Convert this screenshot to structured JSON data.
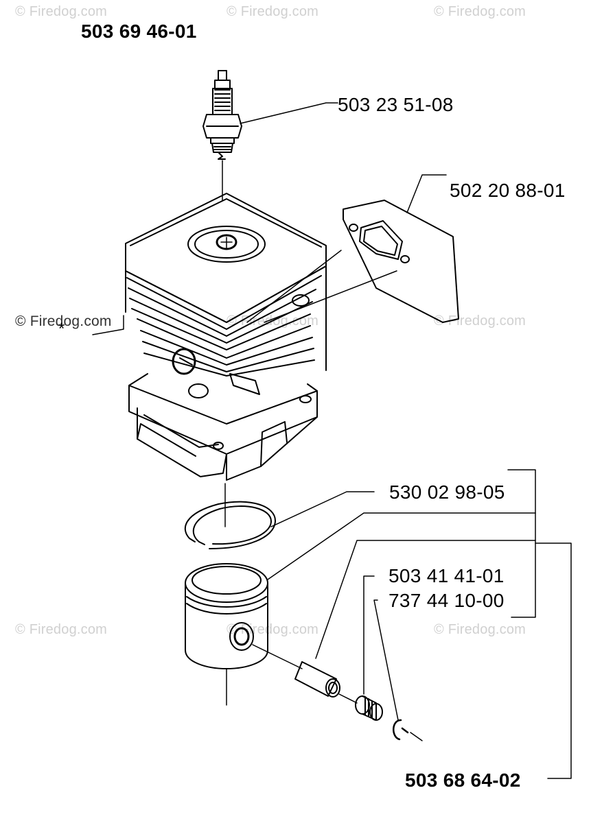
{
  "assembly_number": "503 69 46-01",
  "footer_assembly_number": "503 68 64-02",
  "asterisk": "*",
  "watermark": "© Firedog.com",
  "parts": [
    {
      "id": "spark-plug",
      "number": "503 23 51-08"
    },
    {
      "id": "gasket",
      "number": "502 20 88-01"
    },
    {
      "id": "piston-ring",
      "number": "530 02 98-05"
    },
    {
      "id": "needle-bearing",
      "number": "503 41 41-01"
    },
    {
      "id": "circlip",
      "number": "737 44 10-00"
    }
  ]
}
